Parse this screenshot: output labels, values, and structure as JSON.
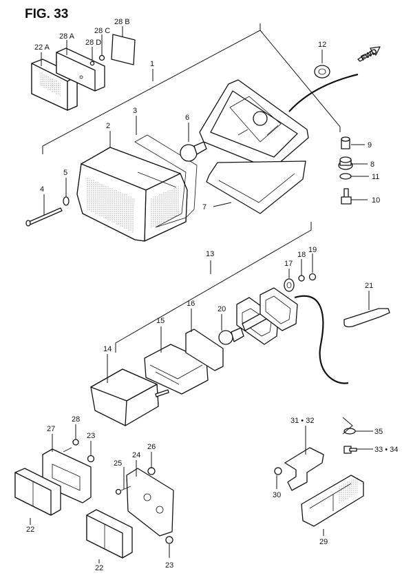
{
  "figure": {
    "title": "FIG. 33",
    "direction_label": "FWD"
  },
  "callouts": [
    {
      "id": "c1",
      "label": "1"
    },
    {
      "id": "c2",
      "label": "2"
    },
    {
      "id": "c3",
      "label": "3"
    },
    {
      "id": "c4",
      "label": "4"
    },
    {
      "id": "c5",
      "label": "5"
    },
    {
      "id": "c6",
      "label": "6"
    },
    {
      "id": "c7",
      "label": "7"
    },
    {
      "id": "c8",
      "label": "8"
    },
    {
      "id": "c9",
      "label": "9"
    },
    {
      "id": "c10",
      "label": "10"
    },
    {
      "id": "c11",
      "label": "11"
    },
    {
      "id": "c12",
      "label": "12"
    },
    {
      "id": "c13",
      "label": "13"
    },
    {
      "id": "c14",
      "label": "14"
    },
    {
      "id": "c15",
      "label": "15"
    },
    {
      "id": "c16",
      "label": "16"
    },
    {
      "id": "c17",
      "label": "17"
    },
    {
      "id": "c18",
      "label": "18"
    },
    {
      "id": "c19",
      "label": "19"
    },
    {
      "id": "c20",
      "label": "20"
    },
    {
      "id": "c21",
      "label": "21"
    },
    {
      "id": "c22a",
      "label": "22 A"
    },
    {
      "id": "c22b",
      "label": "22"
    },
    {
      "id": "c22c",
      "label": "22"
    },
    {
      "id": "c23a",
      "label": "23"
    },
    {
      "id": "c23b",
      "label": "23"
    },
    {
      "id": "c24",
      "label": "24"
    },
    {
      "id": "c25",
      "label": "25"
    },
    {
      "id": "c26",
      "label": "26"
    },
    {
      "id": "c27",
      "label": "27"
    },
    {
      "id": "c28",
      "label": "28"
    },
    {
      "id": "c28a",
      "label": "28 A"
    },
    {
      "id": "c28b",
      "label": "28 B"
    },
    {
      "id": "c28c",
      "label": "28 C"
    },
    {
      "id": "c28d",
      "label": "28 D"
    },
    {
      "id": "c29",
      "label": "29"
    },
    {
      "id": "c30",
      "label": "30"
    },
    {
      "id": "c3132",
      "label": "31 • 32"
    },
    {
      "id": "c3334",
      "label": "33 • 34"
    },
    {
      "id": "c35",
      "label": "35"
    }
  ]
}
